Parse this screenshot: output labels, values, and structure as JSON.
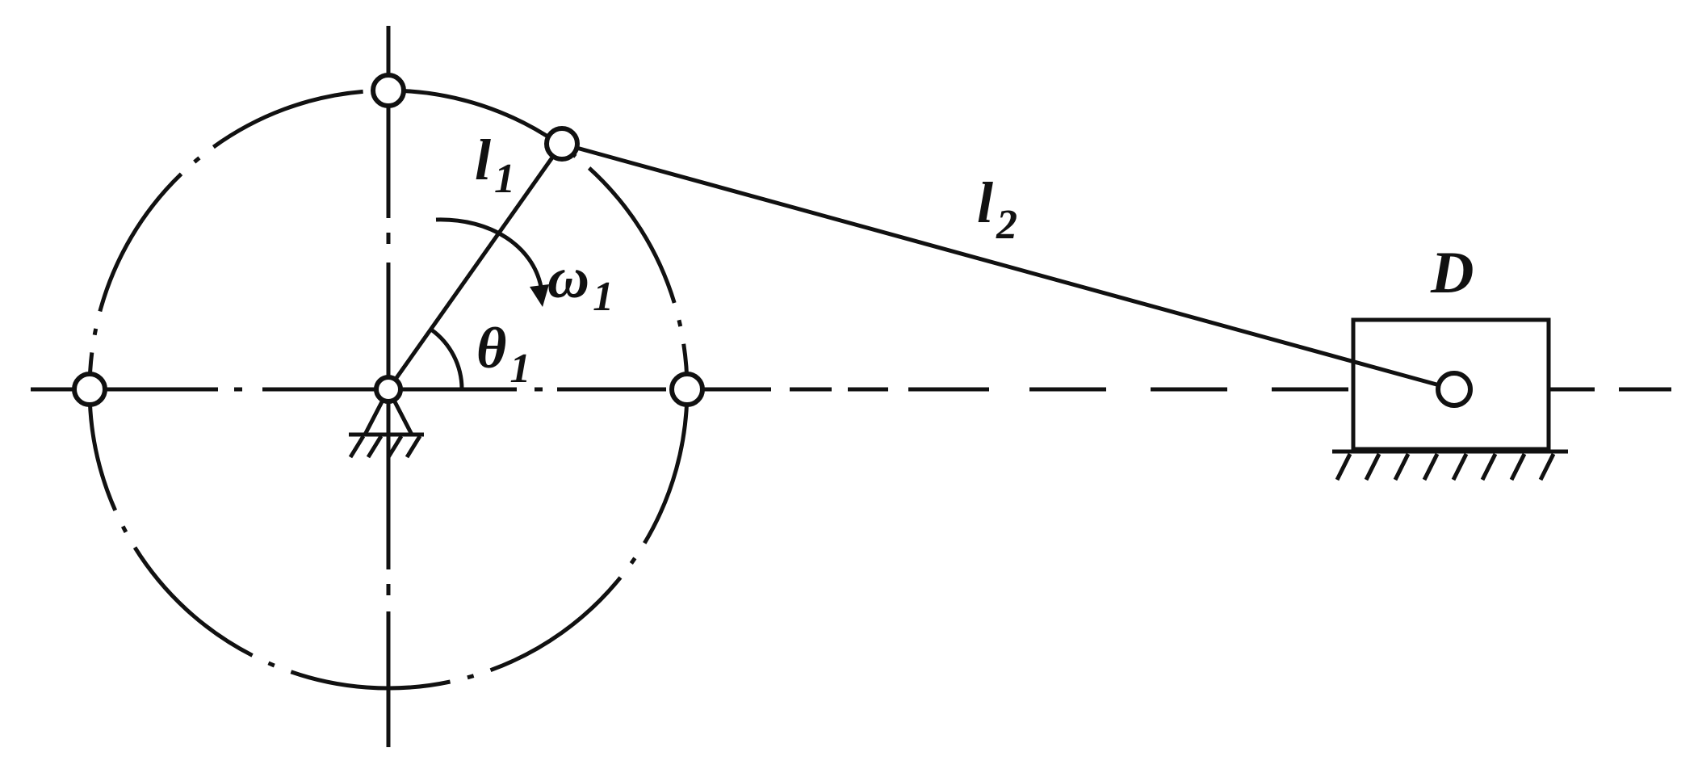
{
  "labels": {
    "link1": {
      "main": "l",
      "sub": "1"
    },
    "link2": {
      "main": "l",
      "sub": "2"
    },
    "angular_velocity": {
      "main": "ω",
      "sub": "1"
    },
    "crank_angle": {
      "main": "θ",
      "sub": "1"
    },
    "slider": "D"
  },
  "colors": {
    "ink": "#111111",
    "background": "#ffffff"
  }
}
